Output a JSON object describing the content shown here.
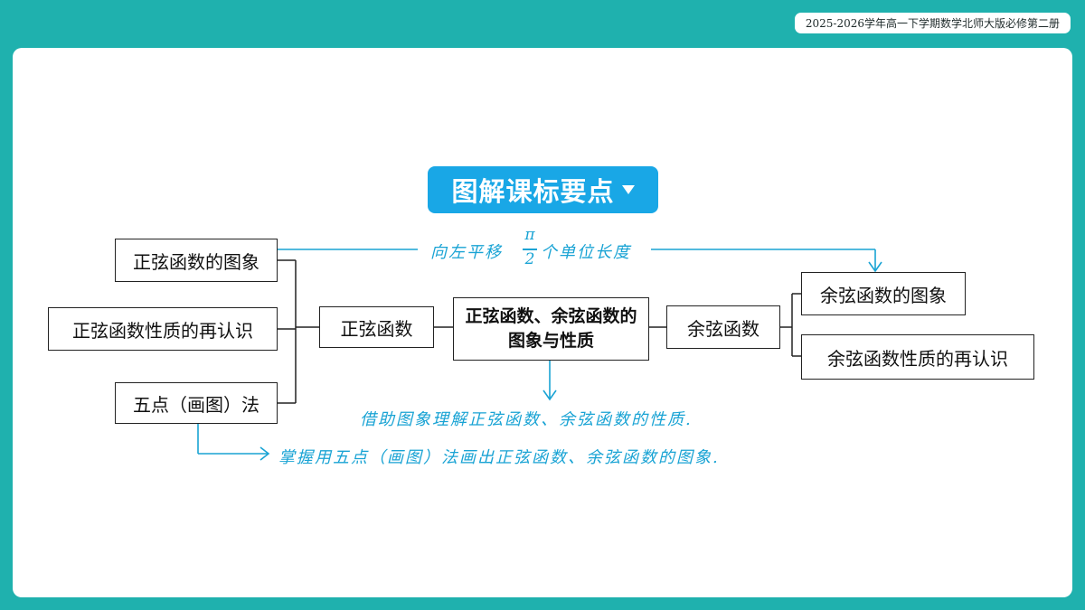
{
  "banner": "2025-2026学年高一下学期数学北师大版必修第二册",
  "title": "图解课标要点",
  "left_nodes": [
    "正弦函数的图象",
    "正弦函数性质的再认识",
    "五点（画图）法"
  ],
  "sine": "正弦函数",
  "center": "正弦函数、余弦函数的图象与性质",
  "cosine": "余弦函数",
  "right_nodes": [
    "余弦函数的图象",
    "余弦函数性质的再认识"
  ],
  "shift_note": {
    "before": "向左平移",
    "numerator": "π",
    "denominator": "2",
    "after": "个单位长度"
  },
  "note_properties": "借助图象理解正弦函数、余弦函数的性质.",
  "note_five_point": "掌握用五点（画图）法画出正弦函数、余弦函数的图象.",
  "colors": {
    "teal": "#1fb1ae",
    "accent_blue": "#19a7e6",
    "annotation": "#19a3d4"
  }
}
